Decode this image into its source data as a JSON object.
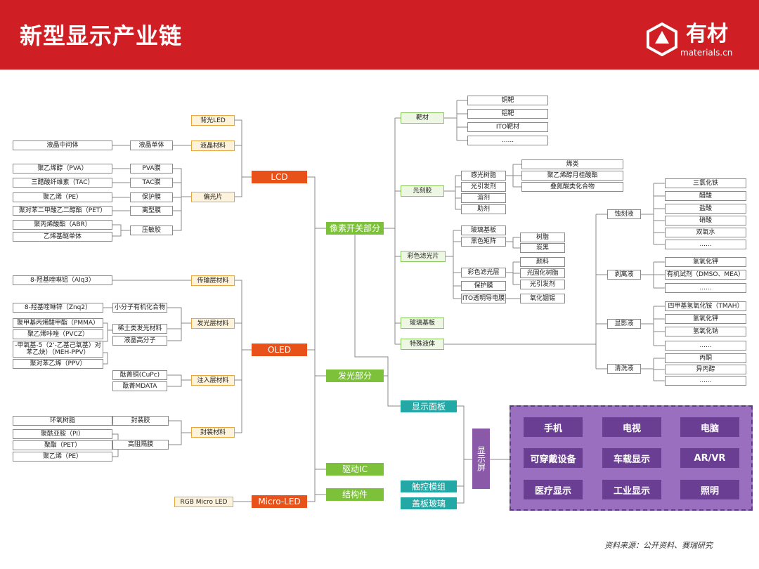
{
  "header": {
    "title": "新型显示产业链",
    "logo_cn": "有材",
    "logo_en": "materials.cn"
  },
  "lcd": {
    "intermediates": [
      "液晶中间体",
      "聚乙烯醇（PVA）",
      "三醋酸纤维素（TAC）",
      "聚乙烯（PE）",
      "聚对苯二甲酸乙二醇酯（PET）",
      "聚丙烯酸酯（ABR）",
      "乙烯基醚单体"
    ],
    "mids": [
      "液晶单体",
      "PVA膜",
      "TAC膜",
      "保护膜",
      "离型膜",
      "压敏胶"
    ],
    "materials": [
      "背光LED",
      "液晶材料",
      "偏光片"
    ],
    "node": "LCD"
  },
  "oled": {
    "left": [
      "8-羟基喹啉铝（Alq3）",
      "8-羟基喹啉锌（Znq2）",
      "聚甲基丙烯酸甲酯（PMMA）",
      "聚乙烯咔唑（PVCZ）",
      "-甲氧基-5（2'-乙基己氧基）对苯乙炔）（MEH-PPV）",
      "聚对苯乙烯（PPV）"
    ],
    "mids": [
      "小分子有机化合物",
      "稀土类发光材料",
      "液晶高分子",
      "酞菁铜(CuPc)",
      "酞菁MDATA"
    ],
    "materials": [
      "传输层材料",
      "发光层材料",
      "注入层材料"
    ],
    "node": "OLED"
  },
  "encap": {
    "left": [
      "环氧树脂",
      "聚酰亚胺（PI）",
      "聚酯（PET）",
      "聚乙烯（PE）"
    ],
    "mids": [
      "封装胶",
      "高阻隔膜"
    ],
    "material": "封装材料"
  },
  "microled": {
    "source": "RGB Micro LED",
    "node": "Micro-LED"
  },
  "pixel": {
    "node": "像素开关部分",
    "cats": [
      "靶材",
      "光刻胶",
      "彩色滤光片",
      "玻璃基板",
      "特殊液体"
    ],
    "targets": [
      "铜靶",
      "铝靶",
      "ITO靶材",
      "......"
    ],
    "resist": [
      "感光树脂",
      "光引发剂",
      "溶剂",
      "助剂"
    ],
    "resist_sub": [
      "烯类",
      "聚乙烯醇月桂酸酯",
      "叠氮醌类化合物"
    ],
    "filter": [
      "玻璃基板",
      "黑色矩阵",
      "彩色滤光层",
      "保护膜",
      "ITO透明导电膜"
    ],
    "filter_sub": [
      "树脂",
      "炭黑",
      "颜料",
      "光固化树脂",
      "光引发剂",
      "氧化铟锡"
    ]
  },
  "liquids": {
    "cats": [
      "蚀刻液",
      "剥离液",
      "显影液",
      "清洗液"
    ],
    "etch": [
      "三氯化铁",
      "醋酸",
      "盐酸",
      "硝酸",
      "双氧水",
      "......"
    ],
    "strip": [
      "氢氧化钾",
      "有机试剂（DMSO、MEA）",
      "......"
    ],
    "develop": [
      "四甲基氢氧化铵（TMAH）",
      "氢氧化钾",
      "氢氧化钠",
      "......"
    ],
    "clean": [
      "丙酮",
      "异丙醇",
      "......"
    ]
  },
  "parts": [
    "发光部分",
    "驱动IC",
    "结构件"
  ],
  "modules": [
    "显示面板",
    "触控模组",
    "盖板玻璃"
  ],
  "screen": "显示屏",
  "apps": [
    "手机",
    "电视",
    "电脑",
    "可穿戴设备",
    "车载显示",
    "AR/VR",
    "医疗显示",
    "工业显示",
    "照明"
  ],
  "source": "资料来源：公开资料、赛瑞研究",
  "colors": {
    "header": "#cf1f24",
    "lcd": "#e8521a",
    "pixel": "#7dc13b",
    "module": "#23a8a6",
    "app": "#6a3e92"
  }
}
